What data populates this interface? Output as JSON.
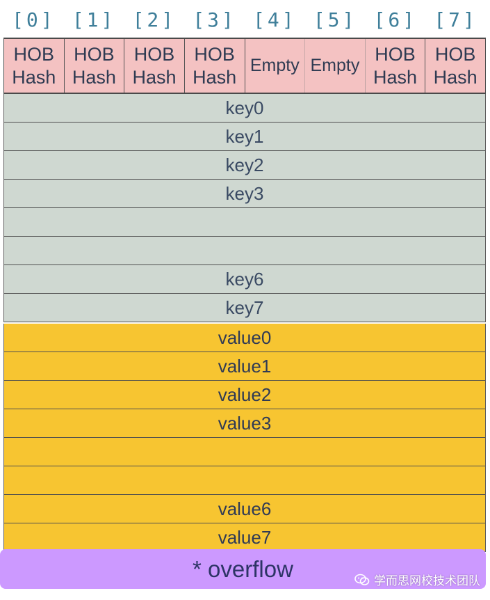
{
  "indices": [
    "[0]",
    "[1]",
    "[2]",
    "[3]",
    "[4]",
    "[5]",
    "[6]",
    "[7]"
  ],
  "tophash": [
    "HOB\nHash",
    "HOB\nHash",
    "HOB\nHash",
    "HOB\nHash",
    "Empty",
    "Empty",
    "HOB\nHash",
    "HOB\nHash"
  ],
  "keys": [
    "key0",
    "key1",
    "key2",
    "key3",
    "",
    "",
    "key6",
    "key7"
  ],
  "values": [
    "value0",
    "value1",
    "value2",
    "value3",
    "",
    "",
    "value6",
    "value7"
  ],
  "overflow_label": "* overflow",
  "watermark": {
    "text": "学而思网校技术团队",
    "icon": "wechat-icon"
  },
  "colors": {
    "index_text": "#3f7f9a",
    "tophash_fill": "#f4c2c2",
    "key_fill": "#cfd8d1",
    "value_fill": "#f7c531",
    "overflow_fill": "#cc99ff"
  }
}
